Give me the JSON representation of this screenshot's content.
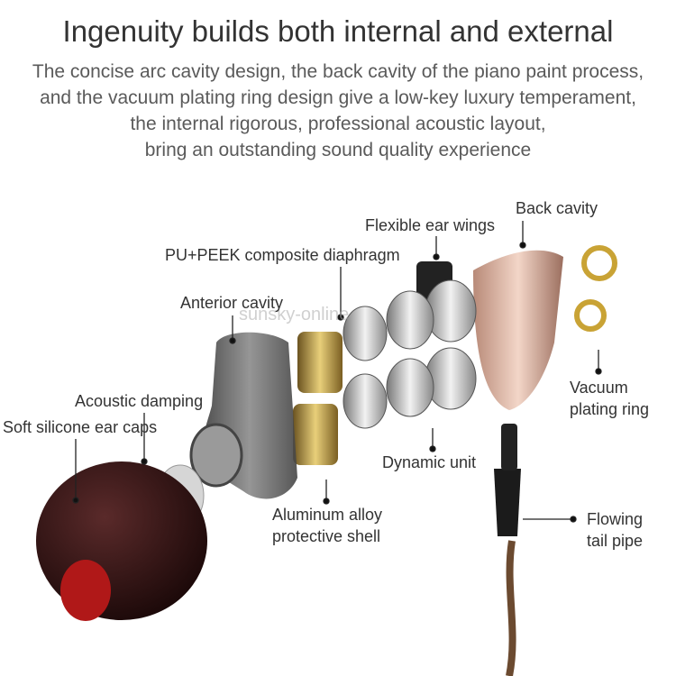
{
  "title": "Ingenuity builds both internal and external",
  "subtitle_lines": [
    "The concise arc cavity design, the back cavity of the piano paint process,",
    "and the vacuum plating ring design give a low-key luxury temperament,",
    "the internal rigorous, professional acoustic layout,",
    "bring an outstanding sound quality experience"
  ],
  "labels": {
    "back_cavity": "Back cavity",
    "flexible_ear_wings": "Flexible ear wings",
    "diaphragm": "PU+PEEK composite diaphragm",
    "anterior_cavity": "Anterior cavity",
    "acoustic_damping": "Acoustic damping",
    "ear_caps": "Soft silicone ear caps",
    "vacuum_ring_1": "Vacuum",
    "vacuum_ring_2": "plating ring",
    "dynamic_unit": "Dynamic unit",
    "shell_1": "Aluminum alloy",
    "shell_2": "protective shell",
    "tail_1": "Flowing",
    "tail_2": "tail pipe"
  },
  "watermark": "sunsky-online"
}
